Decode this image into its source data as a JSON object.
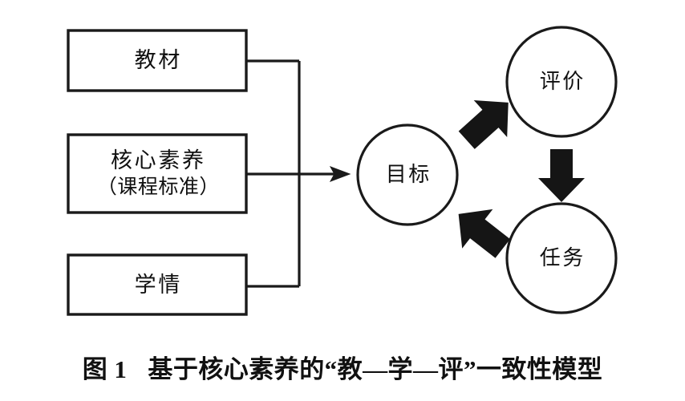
{
  "figure": {
    "caption_index": "图 1",
    "caption_text": "基于核心素养的“教—学—评”一致性模型",
    "background_color": "#ffffff",
    "stroke_color": "#1a1a1a",
    "arrow_fill_color": "#151515"
  },
  "diagram": {
    "type": "flow-diagram",
    "input_boxes": [
      {
        "id": "box-teaching-material",
        "label": "教材",
        "label_line_2": ""
      },
      {
        "id": "box-core-competence",
        "label": "核心素养",
        "label_line_2": "（课程标准）"
      },
      {
        "id": "box-student-situation",
        "label": "学情",
        "label_line_2": ""
      }
    ],
    "circles": [
      {
        "id": "circle-goal",
        "label": "目标"
      },
      {
        "id": "circle-evaluation",
        "label": "评价"
      },
      {
        "id": "circle-task",
        "label": "任务"
      }
    ],
    "connectors": [
      {
        "id": "connector-boxes-to-goal",
        "from": "input-boxes",
        "to": "circle-goal",
        "style": "line-with-arrowhead"
      },
      {
        "id": "arrow-goal-to-evaluation",
        "from": "circle-goal",
        "to": "circle-evaluation",
        "style": "block-arrow-up-right"
      },
      {
        "id": "arrow-evaluation-to-task",
        "from": "circle-evaluation",
        "to": "circle-task",
        "style": "block-arrow-down"
      },
      {
        "id": "arrow-task-to-goal",
        "from": "circle-task",
        "to": "circle-goal",
        "style": "block-arrow-up-left"
      }
    ]
  }
}
